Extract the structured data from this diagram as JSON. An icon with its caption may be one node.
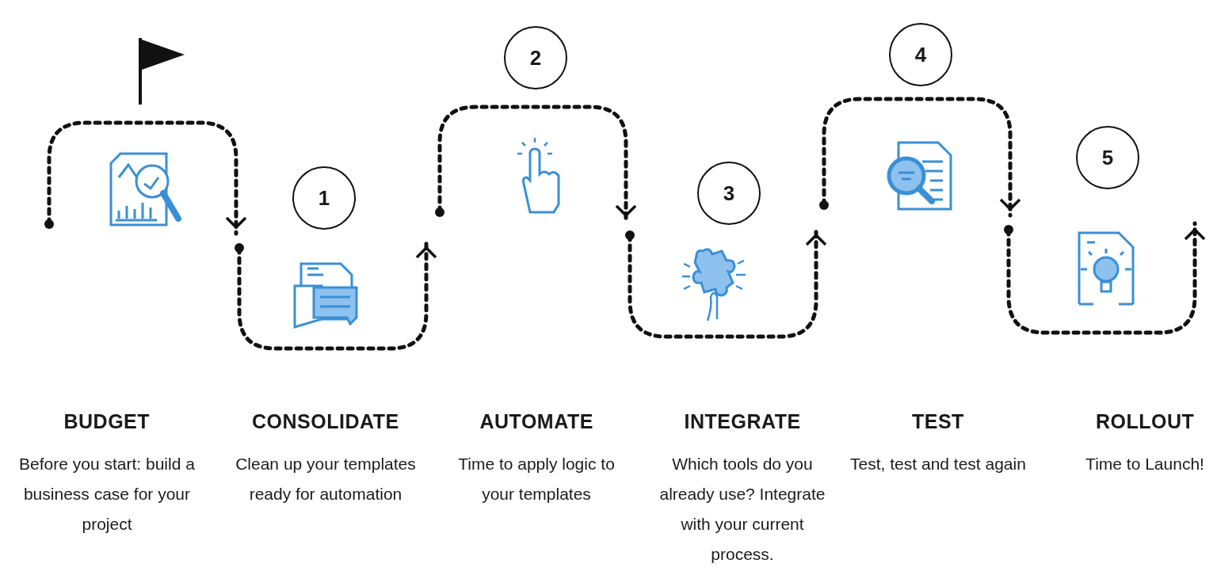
{
  "diagram": {
    "nodes": [
      {
        "text": [
          "1"
        ]
      },
      {
        "text": [
          "2"
        ]
      },
      {
        "text": [
          "3"
        ]
      },
      {
        "text": [
          "4"
        ]
      },
      {
        "text": [
          "5"
        ]
      }
    ],
    "labels": [
      "BUDGET",
      "Before you start: build a business case for your project",
      "CONSOLIDATE",
      "Clean up your templates ready for automation",
      "AUTOMATE",
      "Time to apply logic to your templates",
      "INTEGRATE",
      "Which tools do you already use? Integrate with your current process.",
      "TEST",
      "Test, test and test again",
      "ROLLOUT",
      "Time to Launch!"
    ]
  }
}
